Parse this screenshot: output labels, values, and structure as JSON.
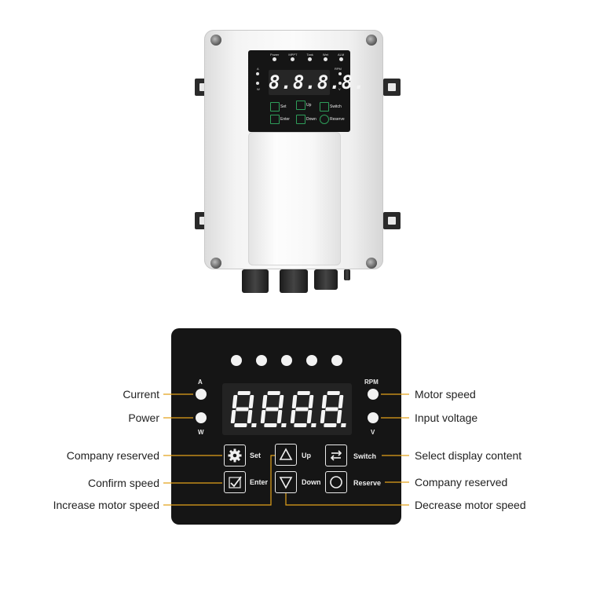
{
  "device": {
    "mini_panel": {
      "indicator_labels": [
        "Power",
        "MPPT",
        "Tank",
        "Wet",
        "ALM"
      ],
      "left_unit_top": "A",
      "left_unit_bottom": "W",
      "right_unit_top": "RPM",
      "right_unit_bottom": "V",
      "display_value": "8.8.8.8.",
      "buttons": [
        "Set",
        "Up",
        "Switch",
        "Enter",
        "Down",
        "Reserve"
      ]
    }
  },
  "panel": {
    "unit_labels": {
      "a": "A",
      "w": "W",
      "rpm": "RPM",
      "v": "V"
    },
    "display_value": "8.8.8.8.",
    "buttons": {
      "set": "Set",
      "up": "Up",
      "switch": "Switch",
      "enter": "Enter",
      "down": "Down",
      "reserve": "Reserve"
    }
  },
  "callouts": {
    "current": "Current",
    "power": "Power",
    "company_reserved_left": "Company reserved",
    "confirm_speed": "Confirm speed",
    "increase_motor_speed": "Increase motor speed",
    "motor_speed": "Motor speed",
    "input_voltage": "Input voltage",
    "select_display_content": "Select display content",
    "company_reserved_right": "Company reserved",
    "decrease_motor_speed": "Decrease motor speed"
  },
  "colors": {
    "panel_bg": "#151515",
    "led": "#f2f2f2",
    "leader_line": "#e3a21a",
    "device_button_accent": "#2e9e5a"
  },
  "icons": {
    "set": "gear-icon",
    "up": "triangle-up-icon",
    "switch": "switch-arrows-icon",
    "enter": "checkmark-icon",
    "down": "triangle-down-icon",
    "reserve": "circle-icon"
  }
}
